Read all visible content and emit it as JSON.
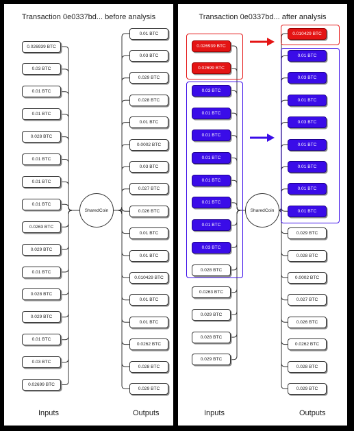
{
  "left": {
    "title": "Transaction 0e0337bd... before analysis",
    "hub": "SharedCoin",
    "inputs_label": "Inputs",
    "outputs_label": "Outputs",
    "inputs": [
      "0.026939 BTC",
      "0.03 BTC",
      "0.01 BTC",
      "0.01 BTC",
      "0.028  BTC",
      "0.01 BTC",
      "0.01 BTC",
      "0.01 BTC",
      "0.0263 BTC",
      "0.029 BTC",
      "0.01 BTC",
      "0.028 BTC",
      "0.029 BTC",
      "0.01 BTC",
      "0.03 BTC",
      "0.02699  BTC"
    ],
    "outputs": [
      "0.01 BTC",
      "0.03 BTC",
      "0.029  BTC",
      "0.028  BTC",
      "0.01 BTC",
      "0.0002 BTC",
      "0.03 BTC",
      "0.027  BTC",
      "0.026  BTC",
      "0.01 BTC",
      "0.01 BTC",
      "0.010429 BTC",
      "0.01 BTC",
      "0.01 BTC",
      "0.0262 BTC",
      "0.028 BTC",
      "0.029 BTC"
    ]
  },
  "right": {
    "title": "Transaction 0e0337bd... after analysis",
    "hub": "SharedCoin",
    "inputs_label": "Inputs",
    "outputs_label": "Outputs",
    "inputs": [
      {
        "label": "0.026939 BTC",
        "group": "red"
      },
      {
        "label": "0.02699 BTC",
        "group": "red"
      },
      {
        "label": "0.03 BTC",
        "group": "blue"
      },
      {
        "label": "0.01 BTC",
        "group": "blue"
      },
      {
        "label": "0.01 BTC",
        "group": "blue"
      },
      {
        "label": "0.01 BTC",
        "group": "blue"
      },
      {
        "label": "0.01 BTC",
        "group": "blue"
      },
      {
        "label": "0.01 BTC",
        "group": "blue"
      },
      {
        "label": "0.01 BTC",
        "group": "blue"
      },
      {
        "label": "0.03 BTC",
        "group": "blue"
      },
      {
        "label": "0.028  BTC",
        "group": "none"
      },
      {
        "label": "0.0263 BTC",
        "group": "none"
      },
      {
        "label": "0.029 BTC",
        "group": "none"
      },
      {
        "label": "0.028 BTC",
        "group": "none"
      },
      {
        "label": "0.029 BTC",
        "group": "none"
      }
    ],
    "outputs": [
      {
        "label": "0.010429 BTC",
        "group": "red"
      },
      {
        "label": "0.01 BTC",
        "group": "blue"
      },
      {
        "label": "0.03 BTC",
        "group": "blue"
      },
      {
        "label": "0.01 BTC",
        "group": "blue"
      },
      {
        "label": "0.03 BTC",
        "group": "blue"
      },
      {
        "label": "0.01 BTC",
        "group": "blue"
      },
      {
        "label": "0.01 BTC",
        "group": "blue"
      },
      {
        "label": "0.01 BTC",
        "group": "blue"
      },
      {
        "label": "0.01 BTC",
        "group": "blue"
      },
      {
        "label": "0.029  BTC",
        "group": "none"
      },
      {
        "label": "0.028  BTC",
        "group": "none"
      },
      {
        "label": "0.0002 BTC",
        "group": "none"
      },
      {
        "label": "0.027  BTC",
        "group": "none"
      },
      {
        "label": "0.026  BTC",
        "group": "none"
      },
      {
        "label": "0.0262 BTC",
        "group": "none"
      },
      {
        "label": "0.028 BTC",
        "group": "none"
      },
      {
        "label": "0.029 BTC",
        "group": "none"
      }
    ]
  },
  "colors": {
    "red": "#e41414",
    "blue": "#3a0ce8"
  }
}
